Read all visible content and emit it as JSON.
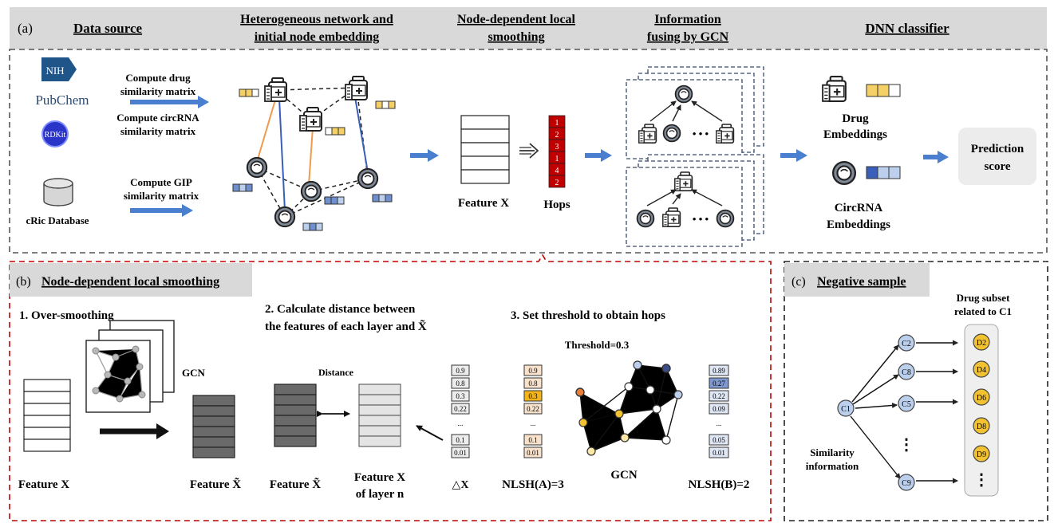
{
  "panel_a": {
    "label": "(a)",
    "headers": {
      "data_source": "Data source",
      "hetero_line1": "Heterogeneous network and",
      "hetero_line2": "initial node embedding",
      "smooth_line1": "Node-dependent local",
      "smooth_line2": "smoothing",
      "gcn_line1": "Information",
      "gcn_line2": "fusing by GCN",
      "dnn": "DNN classifier"
    },
    "sources": {
      "nih": "NIH",
      "pubchem": "PubChem",
      "rdkit": "RDKit",
      "cric": "cRic Database"
    },
    "steps": {
      "drug_line1": "Compute drug",
      "drug_line2": "similarity matrix",
      "circ_line1": "Compute circRNA",
      "circ_line2": "similarity matrix",
      "gip_line1": "Compute GIP",
      "gip_line2": "similarity matrix"
    },
    "feature_x": "Feature X",
    "hops": "Hops",
    "hop_values": [
      "1",
      "2",
      "3",
      "1",
      "4",
      "2"
    ],
    "ellipsis": "• • •",
    "drug_emb_line1": "Drug",
    "drug_emb_line2": "Embeddings",
    "circ_emb_line1": "CircRNA",
    "circ_emb_line2": "Embeddings",
    "prediction_line1": "Prediction",
    "prediction_line2": "score"
  },
  "panel_b": {
    "label": "(b)",
    "title": "Node-dependent local smoothing",
    "step1": "1. Over-smoothing",
    "step2_line1": "2. Calculate distance between",
    "step2_line2": "the features of each layer and X̃",
    "step3": "3. Set threshold to obtain hops",
    "gcn": "GCN",
    "feature_x": "Feature X",
    "feature_x_tilde": "Feature X̃",
    "feature_x_tilde2": "Feature X̃",
    "feature_x_layer_line1": "Feature X",
    "feature_x_layer_line2": "of layer n",
    "distance": "Distance",
    "delta_x": "△X",
    "threshold": "Threshold=0.3",
    "gcn_graph": "GCN",
    "nlsh_a": "NLSH(A)=3",
    "nlsh_b": "NLSH(B)=2",
    "dist_values": [
      "0.9",
      "0.8",
      "0.3",
      "0.22",
      "...",
      "0.1",
      "0.01"
    ],
    "a_values": [
      "0.9",
      "0.8",
      "0.3",
      "0.22",
      "...",
      "0.1",
      "0.01"
    ],
    "b_values": [
      "0.89",
      "0.27",
      "0.22",
      "0.09",
      "...",
      "0.05",
      "0.01"
    ]
  },
  "panel_c": {
    "label": "(c)",
    "title": "Negative sample",
    "subset_line1": "Drug subset",
    "subset_line2": "related to C1",
    "center": "C1",
    "circs": [
      "C2",
      "C8",
      "C5",
      "C9"
    ],
    "drugs": [
      "D2",
      "D4",
      "D6",
      "D8",
      "D9"
    ],
    "similarity_line1": "Similarity",
    "similarity_line2": "information",
    "vdots": "⋮"
  },
  "colors": {
    "arrow_blue": "#4a7fd0",
    "hop_red": "#c00000",
    "dashed_red": "#c00000",
    "drug_yellow": "#f2c230",
    "circ_node": "#bcd0ee",
    "header_gray": "#d9d9d9",
    "orange_edge": "#f19a4b",
    "blue_edge": "#3b5fb8"
  }
}
